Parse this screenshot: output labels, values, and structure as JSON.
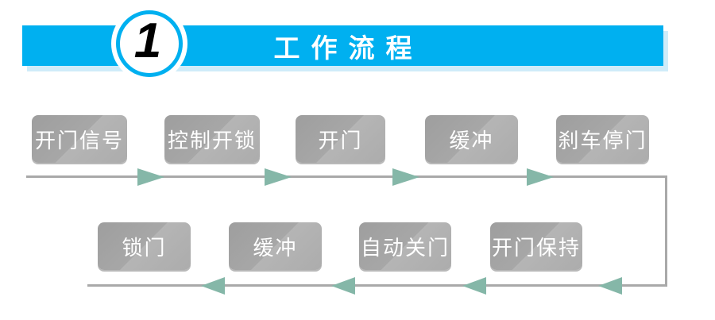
{
  "header": {
    "step_number": "1",
    "title": "工作流程"
  },
  "colors": {
    "accent_blue": "#00b0f0",
    "banner_shadow": "#cfecf9",
    "line_gray": "#a9a9a9",
    "arrow_teal": "#85b7a8",
    "box_gray_dark": "#9e9e9e",
    "box_gray_light": "#b5b5b5",
    "box_text": "#ffffff",
    "step_number_color": "#000000"
  },
  "icons": {
    "flow_forward": "triangle-right",
    "flow_backward": "triangle-left"
  },
  "flow": {
    "top_row": [
      {
        "label": "开门信号"
      },
      {
        "label": "控制开锁"
      },
      {
        "label": "开门"
      },
      {
        "label": "缓冲"
      },
      {
        "label": "刹车停门"
      }
    ],
    "bottom_row": [
      {
        "label": "锁门"
      },
      {
        "label": "缓冲"
      },
      {
        "label": "自动关门"
      },
      {
        "label": "开门保持"
      }
    ]
  }
}
